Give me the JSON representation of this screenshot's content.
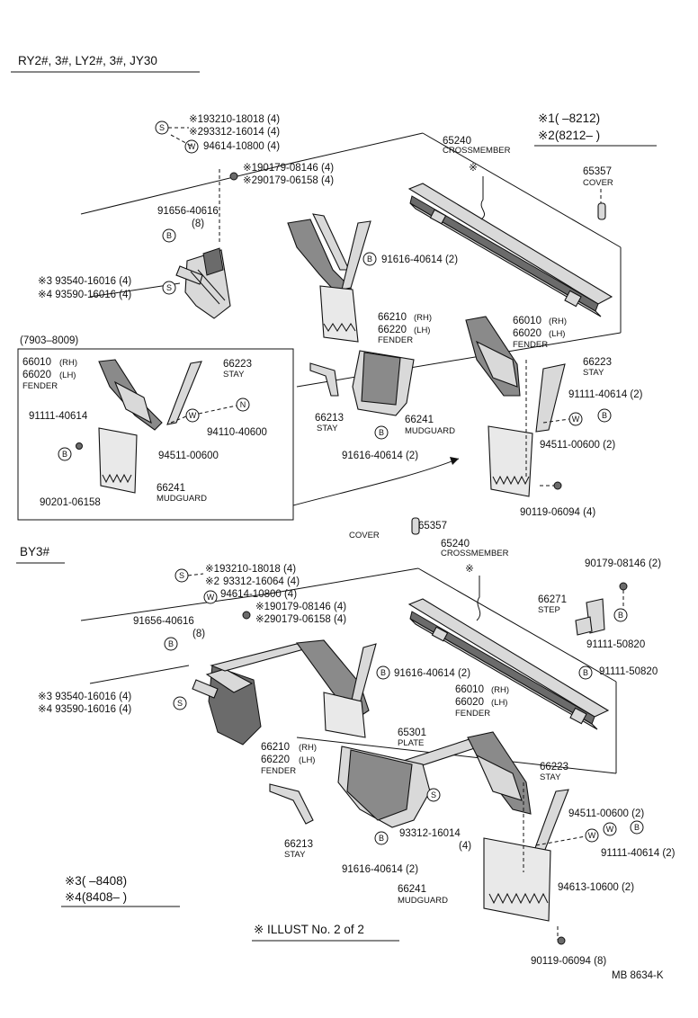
{
  "header_top": "RY2#, 3#, LY2#, 3#, JY30",
  "header_mid": "BY3#",
  "legend_12": {
    "l1": "※1(        –8212)",
    "l2": "※2(8212–        )"
  },
  "legend_34": {
    "l1": "※3(        –8408)",
    "l2": "※4(8408–        )"
  },
  "illust": "※ ILLUST No. 2 of 2",
  "figure_code": "MB 8634-K",
  "inset_range": "(7903–8009)",
  "circle_symbols": {
    "S": "S",
    "W": "W",
    "B": "B",
    "N": "N"
  },
  "top": {
    "p1": "※193210-18018 (4)",
    "p2": "※293312-16014 (4)",
    "p3": "94614-10800 (4)",
    "p4": "※190179-08146 (4)",
    "p5": "※290179-06158 (4)",
    "p6": "91656-40616",
    "p6q": "(8)",
    "p7": "※3  93540-16016 (4)",
    "p8": "※4  93590-16016 (4)",
    "p9": "91616-40614 (2)",
    "crossmember_no": "65240",
    "crossmember": "CROSSMEMBER",
    "cover_no": "65357",
    "cover": "COVER",
    "fender_a_rh": "66210",
    "fender_a_lh": "66220",
    "rh": "(RH)",
    "lh": "(LH)",
    "fender": "FENDER",
    "fender_b_rh": "66010",
    "fender_b_lh": "66020",
    "stay_no": "66223",
    "stay": "STAY",
    "p10": "91111-40614 (2)",
    "p11": "94511-00600 (2)",
    "mudguard_no": "66241",
    "mudguard": "MUDGUARD",
    "p12": "90119-06094 (4)",
    "stay2_no": "66213",
    "stay2": "STAY",
    "p13": "91616-40614 (2)"
  },
  "inset": {
    "fender_rh": "66010",
    "fender_lh": "66020",
    "rh": "(RH)",
    "lh": "(LH)",
    "fender": "FENDER",
    "stay_no": "66223",
    "stay": "STAY",
    "p1": "91111-40614",
    "p2": "94110-40600",
    "p3": "94511-00600",
    "mudguard_no": "66241",
    "mudguard": "MUDGUARD",
    "p4": "90201-06158"
  },
  "bottom": {
    "cover_no": "65357",
    "cover": "COVER",
    "crossmember_no": "65240",
    "crossmember": "CROSSMEMBER",
    "p1": "※193210-18018 (4)",
    "p2": "※2",
    "p2b": "93312-16064 (4)",
    "p3": "94614-10800 (4)",
    "p4": "※190179-08146 (4)",
    "p5": "※290179-06158 (4)",
    "p6": "91656-40616",
    "p6q": "(8)",
    "p7": "※3  93540-16016 (4)",
    "p8": "※4  93590-16016 (4)",
    "p9": "91616-40614 (2)",
    "p10": "90179-08146 (2)",
    "step_no": "66271",
    "step": "STEP",
    "p11": "91111-50820",
    "p12": "91111-50820",
    "fender_b_rh": "66010",
    "fender_b_lh": "66020",
    "rh": "(RH)",
    "lh": "(LH)",
    "fender": "FENDER",
    "plate_no": "65301",
    "plate": "PLATE",
    "fender_a_rh": "66210",
    "fender_a_lh": "66220",
    "stay_no": "66223",
    "stay": "STAY",
    "stay2_no": "66213",
    "stay2": "STAY",
    "p13": "93312-16014",
    "p13q": "(4)",
    "p14": "94511-00600 (2)",
    "p15": "91111-40614 (2)",
    "p16": "94613-10600 (2)",
    "p17": "91616-40614 (2)",
    "mudguard_no": "66241",
    "mudguard": "MUDGUARD",
    "p18": "90119-06094 (8)"
  }
}
